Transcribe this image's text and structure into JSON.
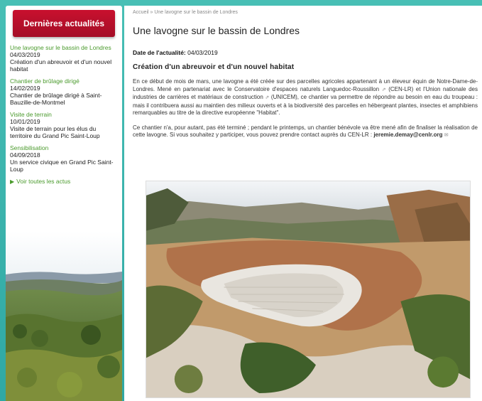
{
  "sidebar": {
    "header": "Dernières actualités",
    "items": [
      {
        "title": "Une lavogne sur le bassin de Londres",
        "date": "04/03/2019",
        "desc": "Création d'un abreuvoir et d'un nouvel habitat"
      },
      {
        "title": "Chantier de brûlage dirigé",
        "date": "14/02/2019",
        "desc": "Chantier de brûlage dirigé à Saint-Bauzille-de-Montmel"
      },
      {
        "title": "Visite de terrain",
        "date": "10/01/2019",
        "desc": "Visite de terrain pour les élus du territoire du Grand Pic Saint-Loup"
      },
      {
        "title": "Sensibilisation",
        "date": "04/09/2018",
        "desc": "Un service civique en Grand Pic Saint-Loup"
      }
    ],
    "see_all": "Voir toutes les actus"
  },
  "main": {
    "breadcrumb": "Accueil » Une lavogne sur le bassin de Londres",
    "title": "Une lavogne sur le bassin de Londres",
    "date_label": "Date de l'actualité:",
    "date_value": "04/03/2019",
    "subtitle": "Création d'un abreuvoir et d'un nouvel habitat",
    "para1_a": "En ce début de mois de mars, une lavogne a été créée sur des parcelles agricoles appartenant à un éleveur équin de Notre-Dame-de-Londres. Mené en partenariat avec le Conservatoire d'espaces naturels Languedoc-Roussillon",
    "para1_b": "(CEN-LR) et l'Union nationale des industries de carrières et matériaux de construction",
    "para1_c": "(UNICEM), ce chantier va permettre de répondre au besoin en eau du troupeau : mais il contribuera aussi au maintien des milieux ouverts et à la biodiversité des parcelles en hébergeant plantes, insectes et amphibiens remarquables au titre de la directive européenne \"Habitat\".",
    "para2": "Ce chantier n'a, pour autant, pas été terminé ; pendant le printemps, un chantier bénévole va être mené afin de finaliser la réalisation de cette lavogne. Si vous souhaitez y participer, vous pouvez prendre contact auprès du CEN-LR :",
    "email": "jeremie.demay@cenlr.org"
  },
  "colors": {
    "accent_red": "#c8102e",
    "link_green": "#4a9a2c",
    "background_teal": "#3fb6ad"
  }
}
